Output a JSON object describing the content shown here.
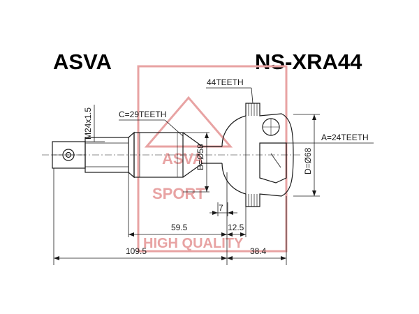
{
  "header": {
    "brand": "ASVA",
    "part_number": "NS-XRA44"
  },
  "watermark": {
    "line1": "ASVA",
    "line2": "SPORT",
    "line3": "HIGH QUALITY",
    "color": "#e8a3a3"
  },
  "labels": {
    "thread": "M24x1.5",
    "shaft_spline": "C=29TEETH",
    "abs_ring": "44TEETH",
    "outer_spline": "A=24TEETH",
    "shaft_diameter": "B=Ø58",
    "housing_diameter": "D=Ø68",
    "dim_7": "7",
    "dim_59_5": "59.5",
    "dim_12_5": "12.5",
    "dim_109_5": "109.5",
    "dim_38_4": "38.4"
  },
  "colors": {
    "line": "#1a1a1a",
    "watermark": "#e8a3a3"
  }
}
